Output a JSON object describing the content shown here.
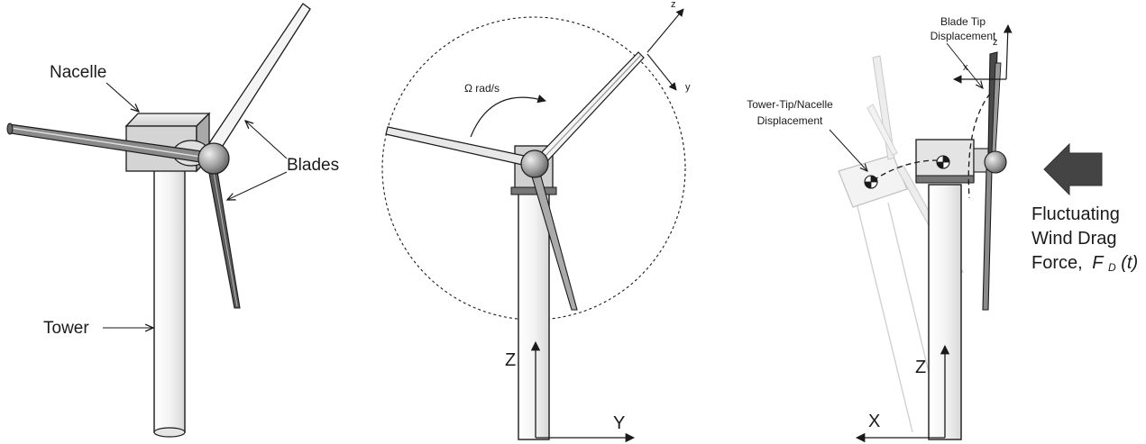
{
  "panel_left": {
    "nacelle_label": "Nacelle",
    "blades_label": "Blades",
    "tower_label": "Tower"
  },
  "panel_middle": {
    "rotation_label": "Ω rad/s",
    "local_axis_z": "z",
    "local_axis_y": "y",
    "axis_z": "Z",
    "axis_y": "Y"
  },
  "panel_right": {
    "blade_tip_line1": "Blade Tip",
    "blade_tip_line2": "Displacement",
    "tower_tip_line1": "Tower-Tip/Nacelle",
    "tower_tip_line2": "Displacement",
    "local_axis_z": "z",
    "local_axis_x": "x",
    "axis_z": "Z",
    "axis_x": "X",
    "wind_line1": "Fluctuating",
    "wind_line2": "Wind Drag",
    "wind_line3_prefix": "Force,",
    "wind_symbol": "F",
    "wind_subscript": "D",
    "wind_argument": "(t)"
  },
  "colors": {
    "ink": "#1a1a1a",
    "tower_fill": "#f2f2f2",
    "ghost": "#b8b8b8",
    "wind_arrow": "#444444"
  },
  "icons": [
    "rotation-arrow-icon",
    "wind-arrow-icon",
    "centroid-marker-icon"
  ]
}
